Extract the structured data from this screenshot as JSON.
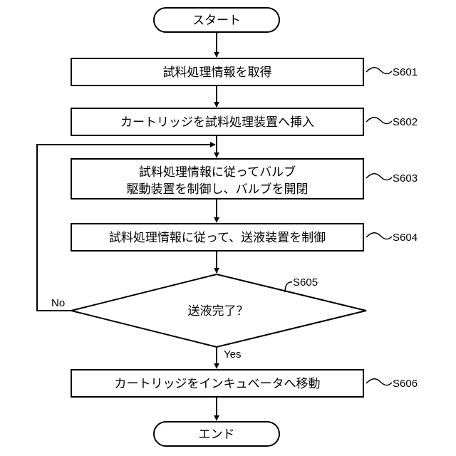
{
  "nodes": {
    "start": {
      "text": "スタート"
    },
    "s601": {
      "text": "試料処理情報を取得",
      "step": "S601"
    },
    "s602": {
      "text": "カートリッジを試料処理装置へ挿入",
      "step": "S602"
    },
    "s603": {
      "line1": "試料処理情報に従ってバルブ",
      "line2": "駆動装置を制御し、バルブを開閉",
      "step": "S603"
    },
    "s604": {
      "text": "試料処理情報に従って、送液装置を制御",
      "step": "S604"
    },
    "s605": {
      "text": "送液完了？",
      "step": "S605",
      "yes": "Yes",
      "no": "No"
    },
    "s606": {
      "text": "カートリッジをインキュベータへ移動",
      "step": "S606"
    },
    "end": {
      "text": "エンド"
    }
  }
}
